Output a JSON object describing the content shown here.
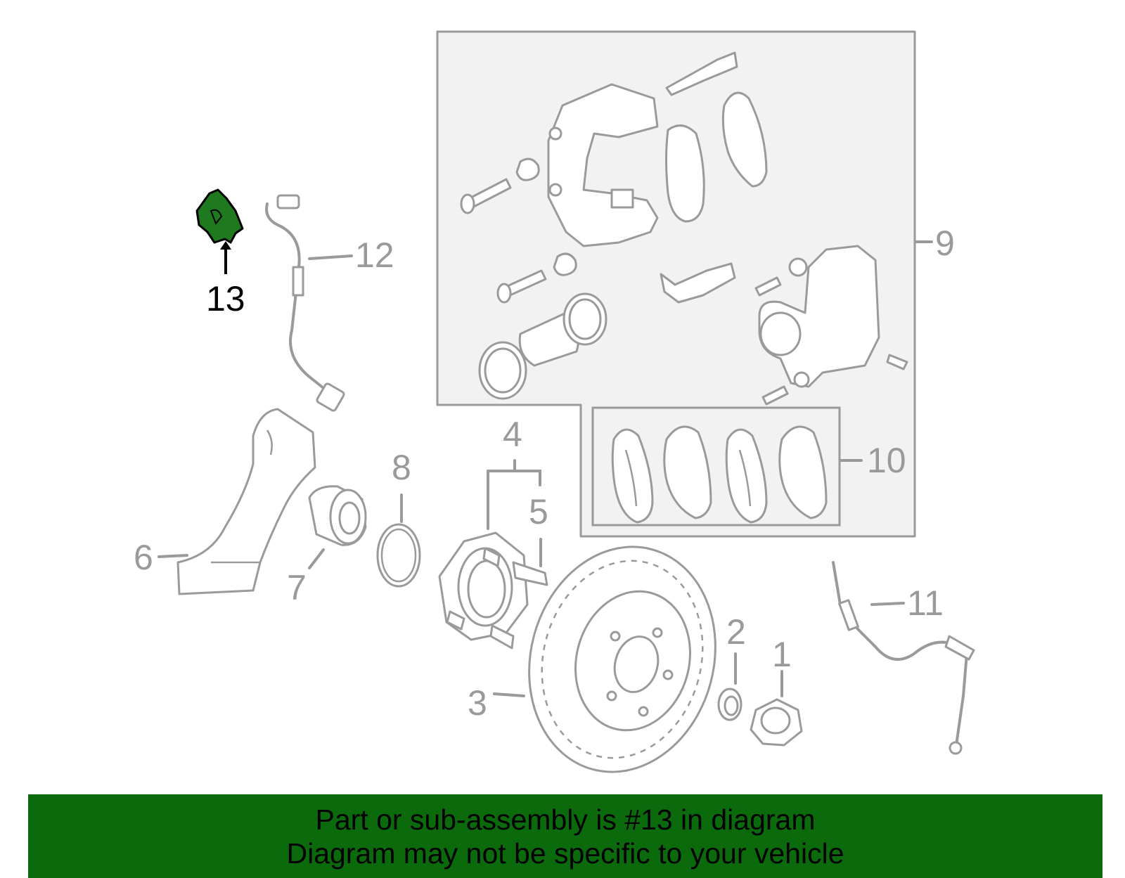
{
  "diagram": {
    "callouts": {
      "c1": "1",
      "c2": "2",
      "c3": "3",
      "c4": "4",
      "c5": "5",
      "c6": "6",
      "c7": "7",
      "c8": "8",
      "c9": "9",
      "c10": "10",
      "c11": "11",
      "c12": "12",
      "c13": "13"
    },
    "highlighted_part": "13",
    "colors": {
      "part_lines": "#9a9a9a",
      "highlight_fill": "#1f7a1f",
      "footer_background": "#0b6a0b",
      "group_box_fill": "#f2f2f2"
    }
  },
  "footer": {
    "line1": "Part or sub-assembly is #13 in diagram",
    "line2": "Diagram may not be specific to your vehicle"
  }
}
